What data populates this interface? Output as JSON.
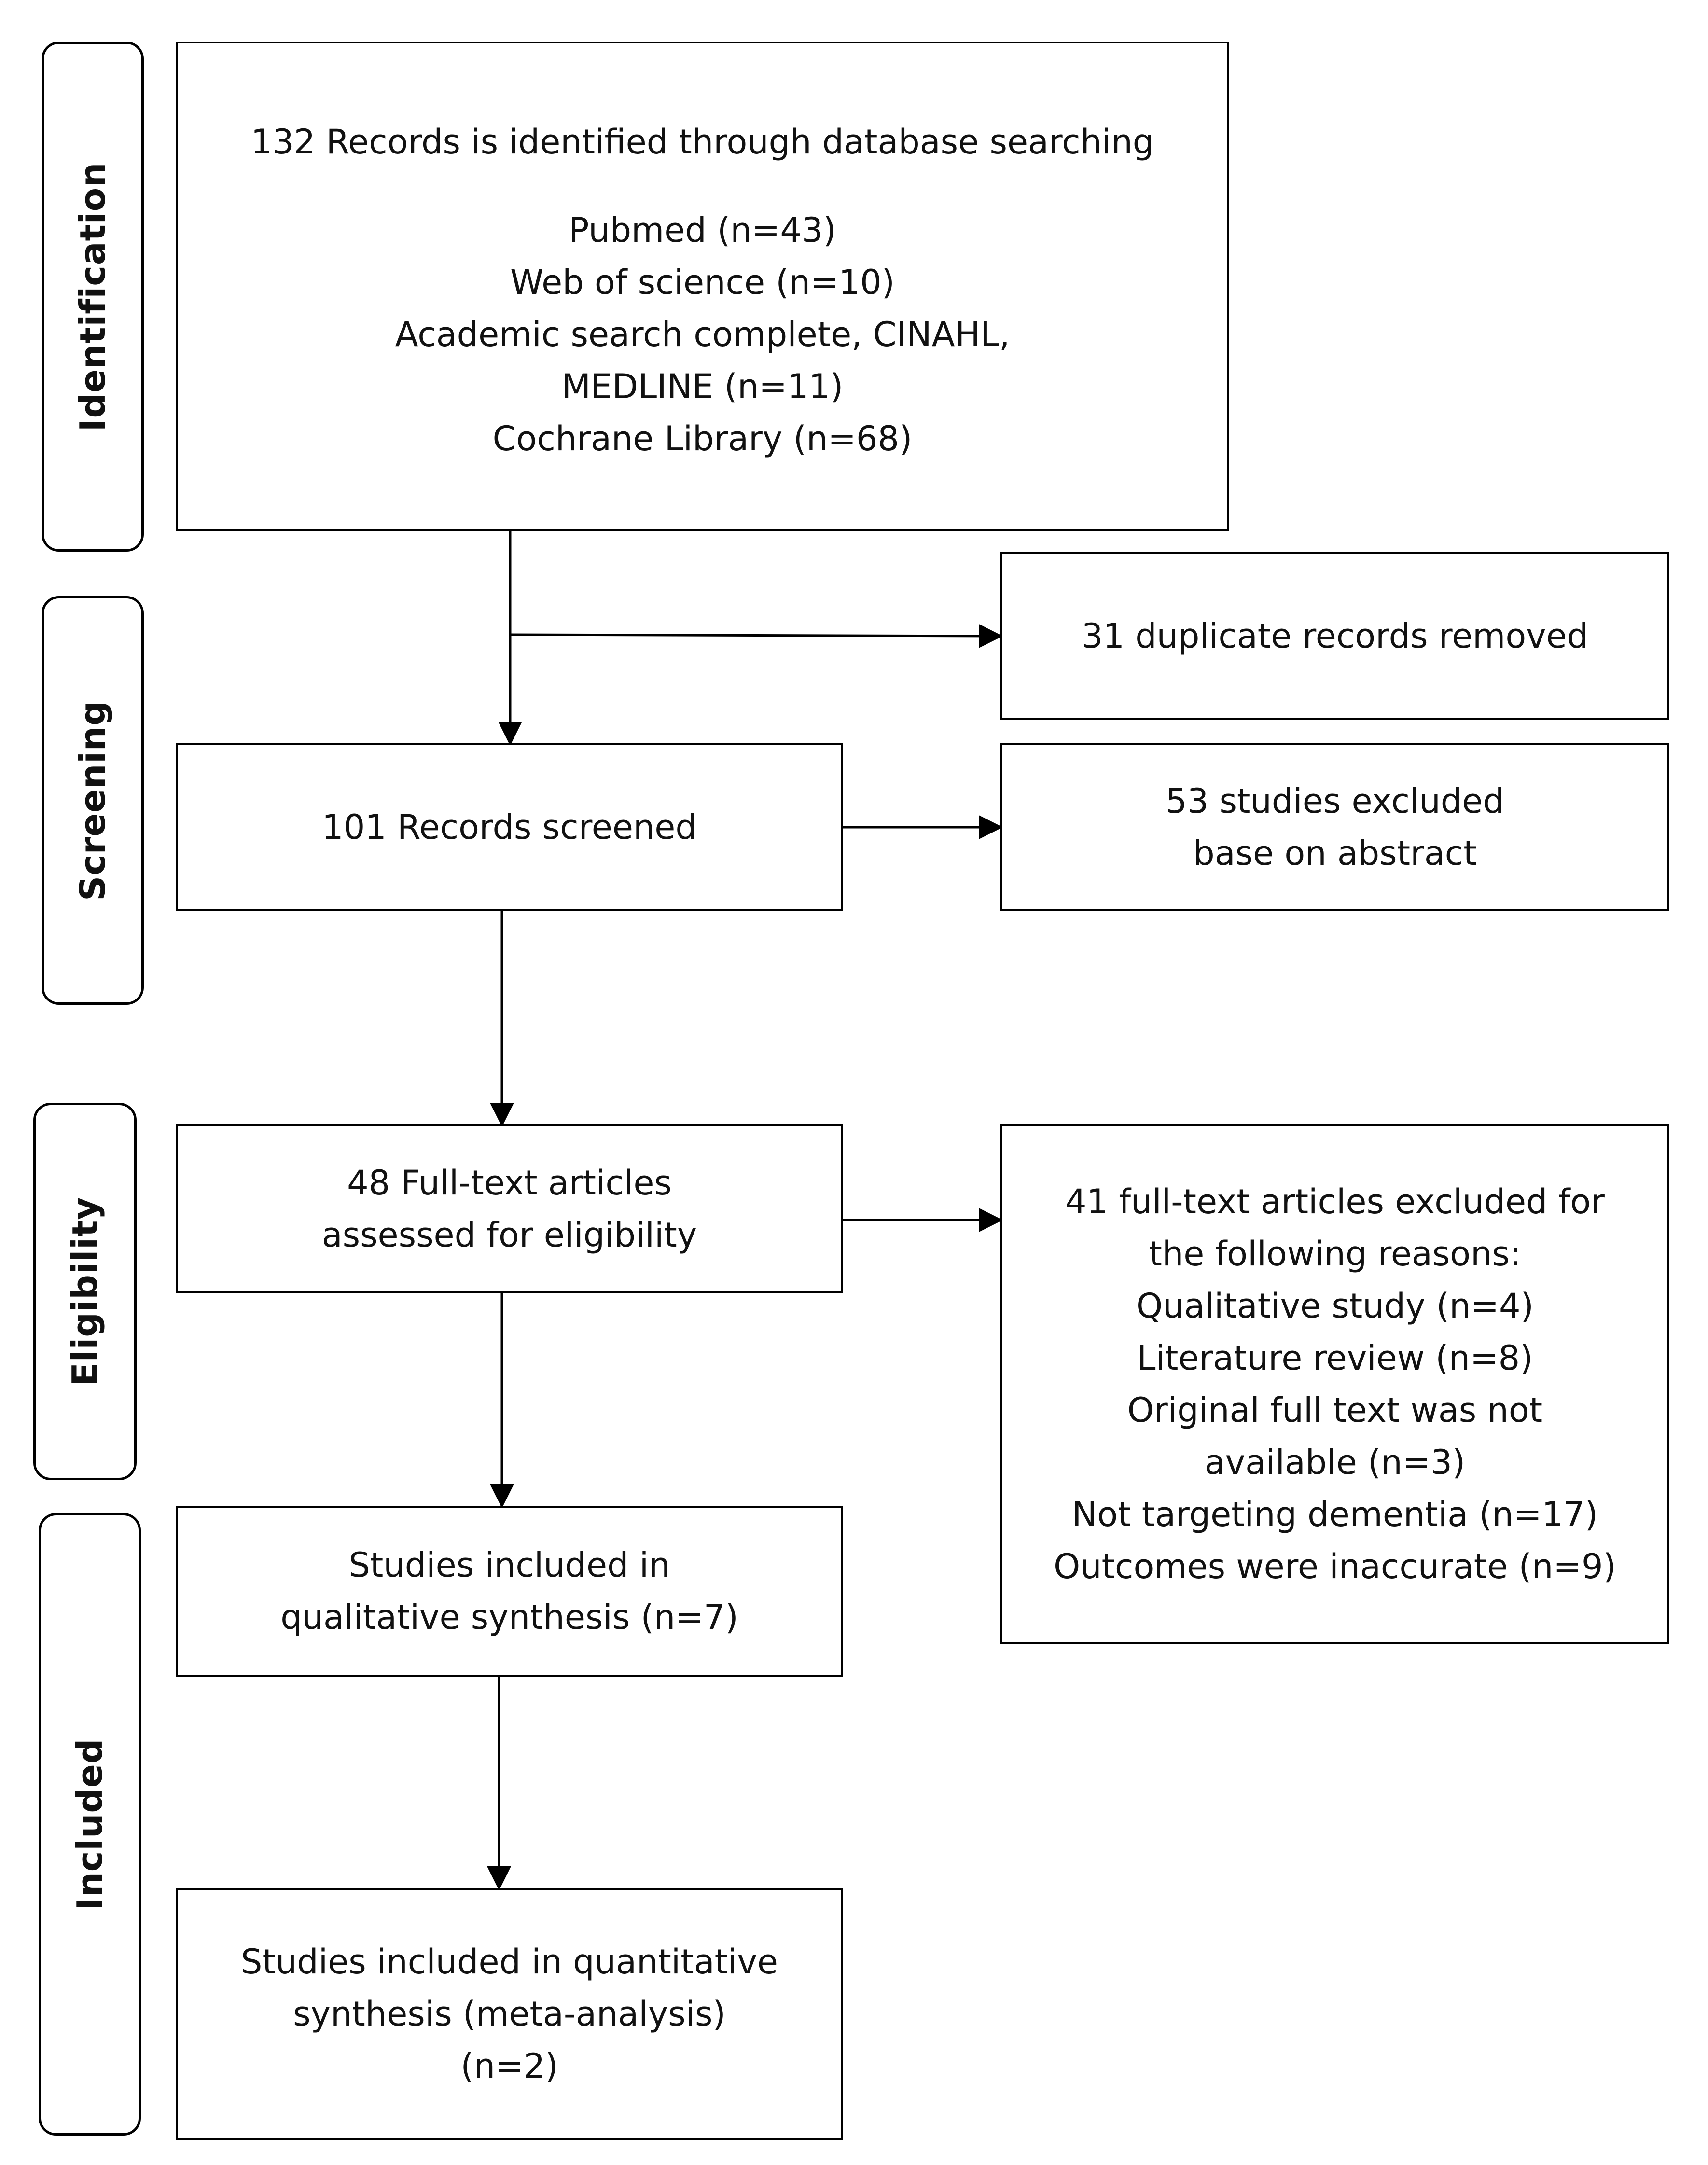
{
  "phases": {
    "identification": "Identification",
    "screening": "Screening",
    "eligibility": "Eligibility",
    "included": "Included"
  },
  "boxes": {
    "identified": {
      "heading": "132 Records is identified through database searching",
      "sources": [
        "Pubmed (n=43)",
        "Web of science (n=10)",
        "Academic search complete, CINAHL,",
        "MEDLINE (n=11)",
        "Cochrane Library (n=68)"
      ]
    },
    "duplicates": {
      "lines": [
        "31 duplicate records removed"
      ]
    },
    "screened": {
      "lines": [
        "101 Records screened"
      ]
    },
    "excluded_abstract": {
      "lines": [
        "53 studies excluded",
        "base on abstract"
      ]
    },
    "fulltext": {
      "lines": [
        "48 Full-text articles",
        "assessed for eligibility"
      ]
    },
    "excluded_fulltext": {
      "lines": [
        "41 full-text articles excluded for",
        "the following reasons:",
        "Qualitative study (n=4)",
        "Literature review (n=8)",
        "Original full text was not",
        "available (n=3)",
        "Not targeting dementia (n=17)",
        "Outcomes were inaccurate (n=9)"
      ]
    },
    "qualitative": {
      "lines": [
        "Studies included in",
        "qualitative synthesis (n=7)"
      ]
    },
    "quantitative": {
      "lines": [
        "Studies included in quantitative",
        "synthesis (meta-analysis)",
        "(n=2)"
      ]
    }
  }
}
